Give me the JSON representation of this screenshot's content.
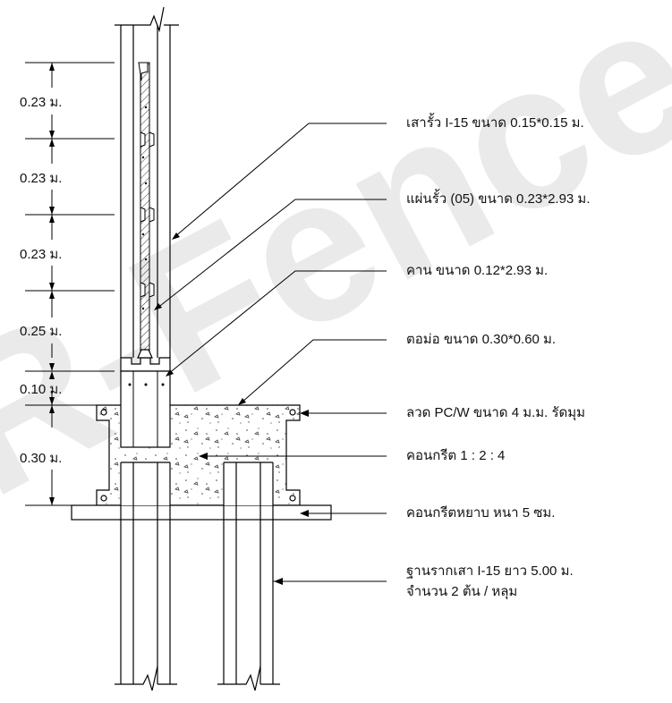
{
  "watermark": {
    "text": "R-Fence",
    "color": "#dcdcdc"
  },
  "dimensions": [
    {
      "value": "0.23 ม."
    },
    {
      "value": "0.23 ม."
    },
    {
      "value": "0.23 ม."
    },
    {
      "value": "0.25 ม."
    },
    {
      "value": "0.10 ม."
    },
    {
      "value": "0.30 ม."
    }
  ],
  "labels": [
    {
      "text": "เสารั้ว I-15  ขนาด 0.15*0.15 ม."
    },
    {
      "text": "แผ่นรั้ว (05) ขนาด 0.23*2.93 ม."
    },
    {
      "text": "คาน ขนาด 0.12*2.93 ม."
    },
    {
      "text": "ตอม่อ ขนาด 0.30*0.60 ม."
    },
    {
      "text": "ลวด PC/W ขนาด 4 ม.ม. รัดมุม"
    },
    {
      "text": "คอนกรีต 1 : 2 : 4"
    },
    {
      "text": "คอนกรีตหยาบ หนา 5 ซม."
    },
    {
      "text": "ฐานรากเสา I-15  ยาว 5.00 ม."
    },
    {
      "text": "จำนวน 2 ต้น / หลุม"
    }
  ]
}
